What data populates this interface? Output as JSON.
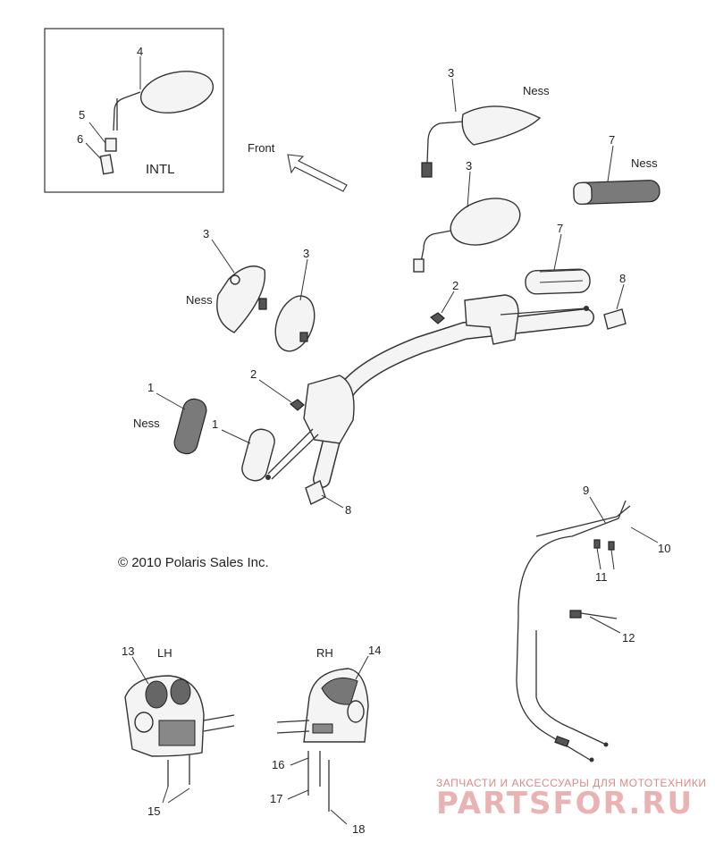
{
  "inset": {
    "label": "INTL",
    "callouts": [
      "4",
      "5",
      "6"
    ]
  },
  "direction": {
    "label": "Front"
  },
  "copyright": "© 2010 Polaris Sales Inc.",
  "callouts": {
    "c1a": "1",
    "c1b": "1",
    "c2a": "2",
    "c2b": "2",
    "c3a": "3",
    "c3b": "3",
    "c3c": "3",
    "c3d": "3",
    "c7a": "7",
    "c7b": "7",
    "c8a": "8",
    "c8b": "8",
    "c9": "9",
    "c10": "10",
    "c11": "11",
    "c12": "12",
    "c13": "13",
    "c14": "14",
    "c15": "15",
    "c16": "16",
    "c17": "17",
    "c18": "18"
  },
  "variant_labels": {
    "ness": "Ness"
  },
  "switch_labels": {
    "left": "LH",
    "right": "RH"
  },
  "watermark": {
    "top": "ЗАПЧАСТИ И АКСЕССУАРЫ ДЛЯ МОТОТЕХНИКИ",
    "brand": "PARTSFOR.RU"
  }
}
